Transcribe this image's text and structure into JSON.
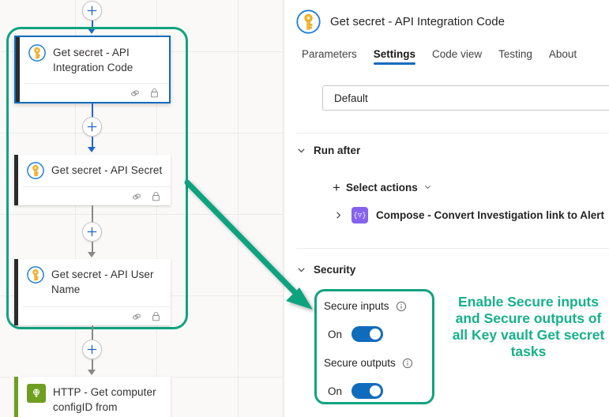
{
  "canvas": {
    "name": "logic-app-designer-canvas",
    "add_button_label": "+",
    "cards": [
      {
        "id": "get-secret-api-integration-code",
        "title": "Get secret - API Integration Code",
        "icon": "key-vault-icon",
        "selected": true,
        "footer_icons": [
          "connection-icon",
          "lock-icon"
        ]
      },
      {
        "id": "get-secret-api-secret",
        "title": "Get secret - API Secret",
        "icon": "key-vault-icon",
        "selected": false,
        "footer_icons": [
          "connection-icon",
          "lock-icon"
        ]
      },
      {
        "id": "get-secret-api-user-name",
        "title": "Get secret - API User Name",
        "icon": "key-vault-icon",
        "selected": false,
        "footer_icons": [
          "connection-icon",
          "lock-icon"
        ]
      },
      {
        "id": "http-get-computer-configid",
        "title": "HTTP - Get computer configID from",
        "icon": "http-icon",
        "selected": false,
        "footer_icons": []
      }
    ]
  },
  "panel": {
    "header": {
      "icon": "key-vault-icon",
      "title": "Get secret - API Integration Code"
    },
    "tabs": [
      {
        "label": "Parameters",
        "active": false
      },
      {
        "label": "Settings",
        "active": true
      },
      {
        "label": "Code view",
        "active": false
      },
      {
        "label": "Testing",
        "active": false
      },
      {
        "label": "About",
        "active": false
      }
    ],
    "tracked_field": {
      "value": "Default"
    },
    "run_after": {
      "heading": "Run after",
      "chevron": "chevron-down-icon",
      "select_actions_label": "Select actions",
      "select_actions_chevron": "chevron-down-icon",
      "items": [
        {
          "chevron": "chevron-right-icon",
          "icon": "compose-icon",
          "icon_glyph": "{▽}",
          "label": "Compose - Convert Investigation link to Alert"
        }
      ]
    },
    "security": {
      "heading": "Security",
      "chevron": "chevron-down-icon",
      "settings": [
        {
          "label": "Secure inputs",
          "info": "info-icon",
          "state_label": "On",
          "state": true
        },
        {
          "label": "Secure outputs",
          "info": "info-icon",
          "state_label": "On",
          "state": true
        }
      ]
    }
  },
  "annotation": {
    "text": "Enable Secure inputs and Secure outputs of all Key vault Get secret tasks",
    "color": "#17b08a",
    "arrow": "annotation-arrow",
    "highlight_color": "#10a37f"
  }
}
